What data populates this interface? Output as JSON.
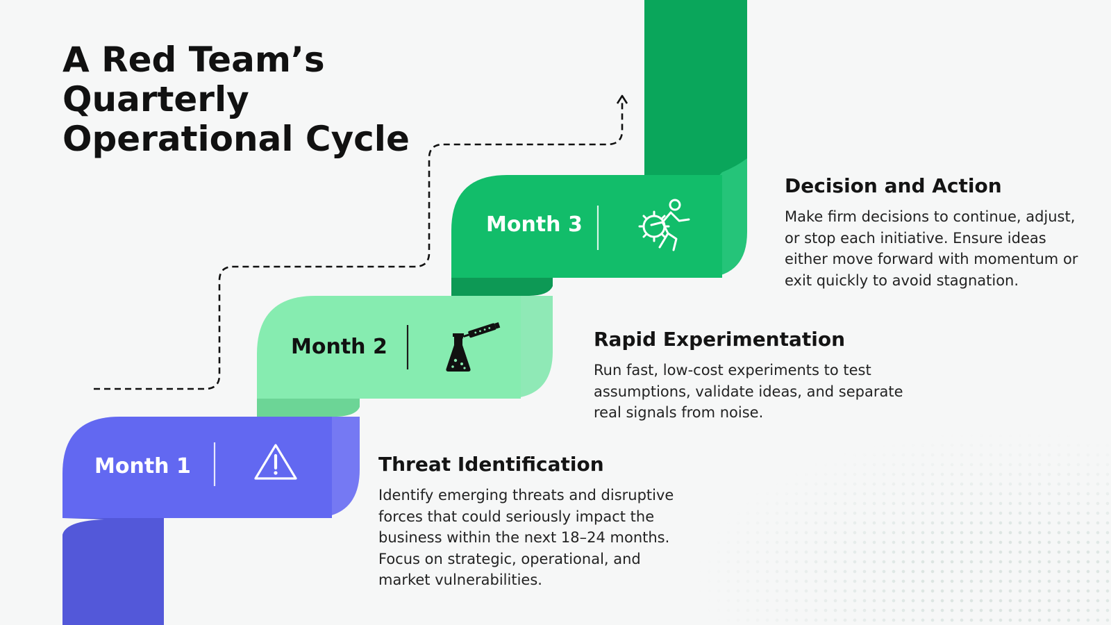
{
  "title_lines": [
    "A Red Team’s",
    "Quarterly",
    "Operational Cycle"
  ],
  "colors": {
    "month1": "#6268f1",
    "month1_shade": "#5358d9",
    "month2": "#86ecb0",
    "month2_shade": "#6dd99a",
    "month3": "#12bd6a",
    "month3_shade": "#0aa65b",
    "dashed_path": "#111111"
  },
  "steps": [
    {
      "label": "Month 1",
      "icon": "warning-triangle-icon",
      "heading": "Threat Identification",
      "description_lines": [
        "Identify emerging threats and disruptive",
        "forces that could seriously impact the",
        "business within the next 18–24 months.",
        "Focus on strategic, operational, and",
        "market vulnerabilities."
      ]
    },
    {
      "label": "Month  2",
      "icon": "flask-and-dropper-icon",
      "heading": "Rapid Experimentation",
      "description_lines": [
        "Run fast, low-cost experiments to test",
        "assumptions, validate ideas, and separate",
        "real signals from noise."
      ]
    },
    {
      "label": "Month 3",
      "icon": "running-person-with-gear-icon",
      "heading": "Decision and Action",
      "description_lines": [
        "Make firm decisions to continue, adjust,",
        "or stop each initiative. Ensure ideas",
        "either move forward with momentum or",
        "exit quickly to avoid stagnation."
      ]
    }
  ]
}
